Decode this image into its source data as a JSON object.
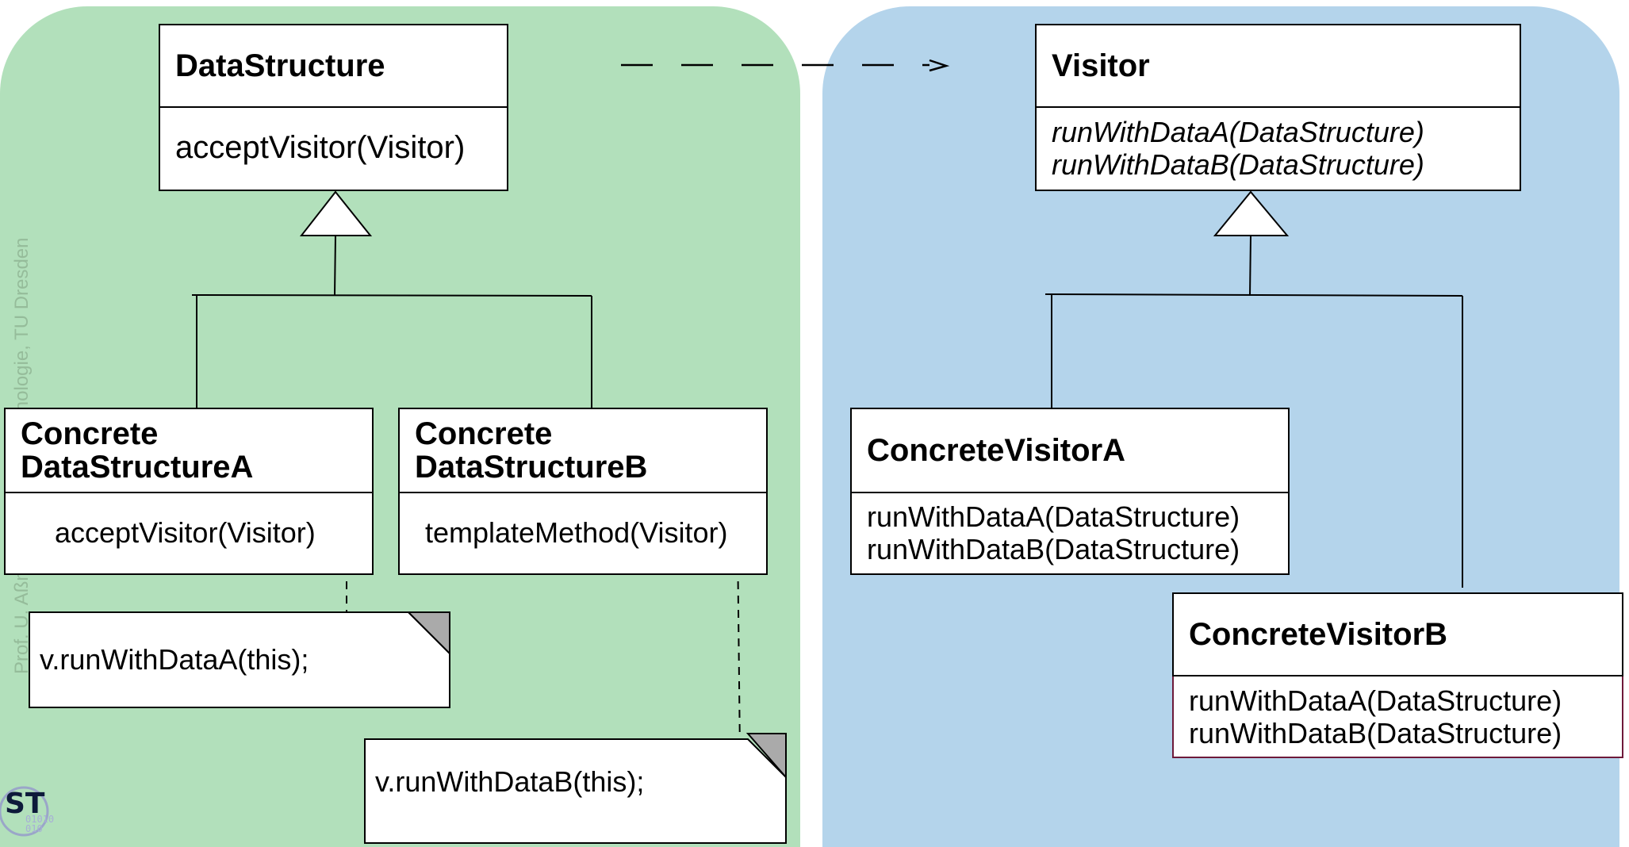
{
  "colors": {
    "green_region": "#b2e0bb",
    "blue_region": "#b4d4eb",
    "note_corner": "#aaaaaa",
    "visitor_b_border": "#6e1a3a"
  },
  "data_structure": {
    "name": "DataStructure",
    "operations": [
      "acceptVisitor(Visitor)"
    ]
  },
  "visitor": {
    "name": "Visitor",
    "operations": [
      "runWithDataA(DataStructure)",
      "runWithDataB(DataStructure)"
    ]
  },
  "concrete_data_a": {
    "name_line1": "Concrete",
    "name_line2": "DataStructureA",
    "operations": [
      "acceptVisitor(Visitor)"
    ]
  },
  "concrete_data_b": {
    "name_line1": "Concrete",
    "name_line2": "DataStructureB",
    "operations": [
      "templateMethod(Visitor)"
    ]
  },
  "concrete_visitor_a": {
    "name": "ConcreteVisitorA",
    "operations": [
      "runWithDataA(DataStructure)",
      "runWithDataB(DataStructure)"
    ]
  },
  "concrete_visitor_b": {
    "name": "ConcreteVisitorB",
    "operations": [
      "runWithDataA(DataStructure)",
      "runWithDataB(DataStructure)"
    ]
  },
  "notes": {
    "note_a": "v.runWithDataA(this);",
    "note_b": "v.runWithDataB(this);"
  },
  "watermark": "Prof. U. Aßmann, Softwaretechnologie, TU Dresden"
}
